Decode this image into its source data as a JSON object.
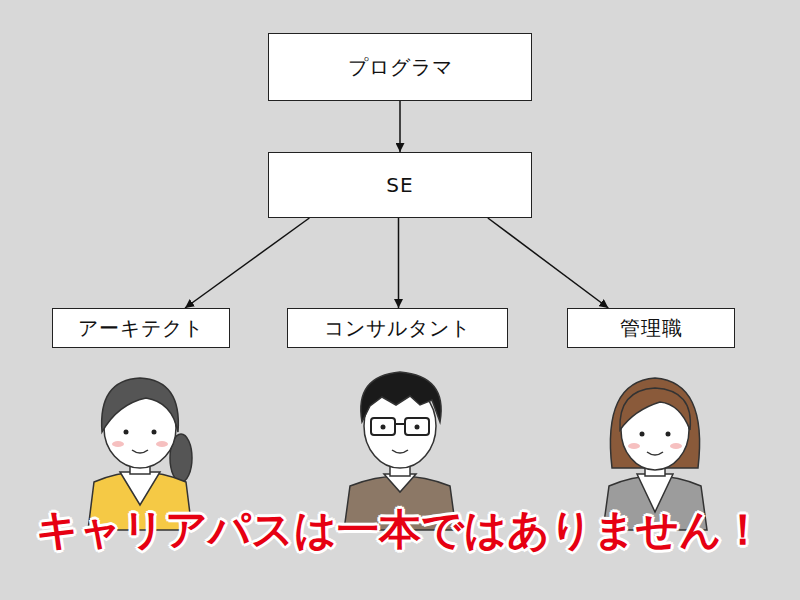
{
  "diagram": {
    "nodes": [
      {
        "text": [
          "プログラマ"
        ]
      },
      {
        "text": [
          "SE"
        ]
      },
      {
        "text": [
          "アーキテクト"
        ]
      },
      {
        "text": [
          "コンサルタント"
        ]
      },
      {
        "text": [
          "管理職"
        ]
      }
    ],
    "edges": [
      {
        "from": 0,
        "to": 1,
        "arrow": "to"
      },
      {
        "from": 1,
        "to": 2,
        "arrow": "to"
      },
      {
        "from": 1,
        "to": 3,
        "arrow": "to"
      },
      {
        "from": 1,
        "to": 4,
        "arrow": "to"
      }
    ],
    "labels": [
      "キャリアパスは一本ではありません！"
    ]
  }
}
